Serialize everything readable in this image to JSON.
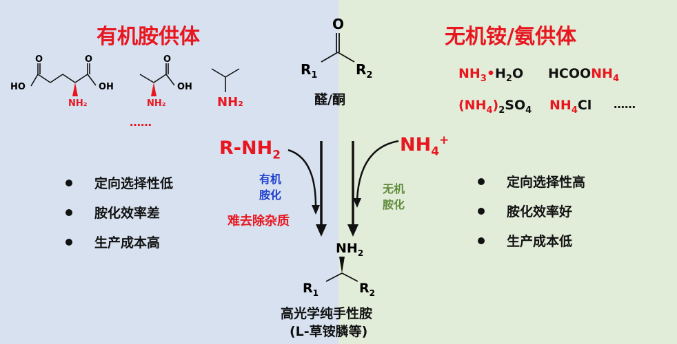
{
  "left_panel": {
    "title": "有机胺供体",
    "amino_labels": {
      "ho": "HO",
      "oh": "OH",
      "nh2": "NH₂",
      "o": "O"
    },
    "ellipsis": "……",
    "bullets": [
      "定向选择性低",
      "胺化效率差",
      "生产成本高"
    ],
    "colors": {
      "background": "#d7e1f0",
      "accent": "#e8161e"
    }
  },
  "right_panel": {
    "title": "无机铵/氨供体",
    "formulas": {
      "f1_a": "NH",
      "f1_b": "3",
      "f1_c": "•",
      "f1_d": "H",
      "f1_e": "2",
      "f1_f": "O",
      "f2_a": "HCOO",
      "f2_b": "NH",
      "f2_c": "4",
      "f3_a": "(NH",
      "f3_b": "4",
      "f3_c": ")",
      "f3_d": "2",
      "f3_e": "SO",
      "f3_f": "4",
      "f4_a": "NH",
      "f4_b": "4",
      "f4_c": "Cl",
      "ellipsis": "……"
    },
    "bullets": [
      "定向选择性高",
      "胺化效率好",
      "生产成本低"
    ],
    "colors": {
      "background": "#e1ecd9"
    }
  },
  "center": {
    "ketone": {
      "o": "O",
      "r": "R",
      "sub1": "1",
      "sub2": "2",
      "label": "醛/酮"
    },
    "organic_donor": {
      "main": "R-NH",
      "sub": "2"
    },
    "organic_route": {
      "line1": "有机",
      "line2": "胺化",
      "note": "难去除杂质"
    },
    "inorganic_donor": {
      "main": "NH",
      "sub": "4",
      "sup": "+"
    },
    "inorganic_route": {
      "line1": "无机",
      "line2": "胺化"
    },
    "product": {
      "nh": "NH",
      "sub2": "2",
      "r": "R",
      "sub1": "1",
      "sub_r2": "2",
      "label1": "高光学纯手性胺",
      "label2": "(L-草铵膦等)"
    }
  }
}
